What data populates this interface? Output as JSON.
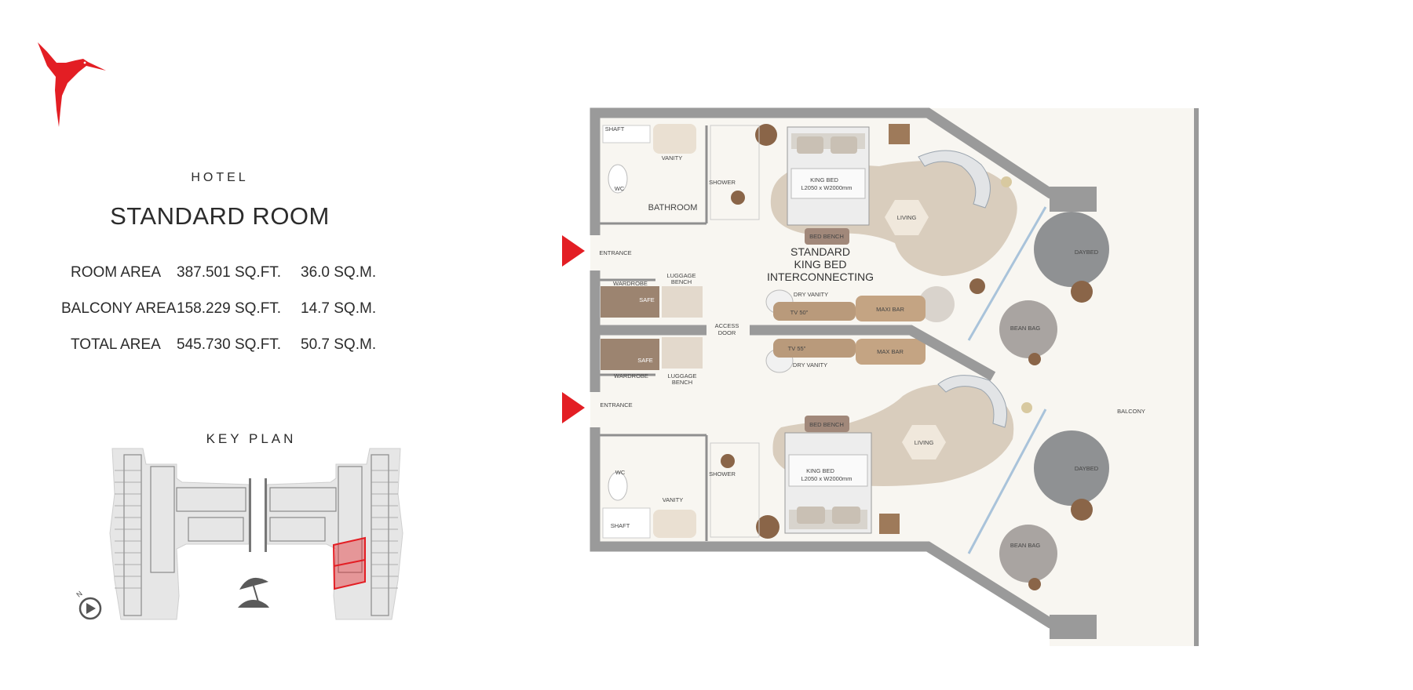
{
  "brand": {
    "logo_icon": "hummingbird-logo",
    "accent_color": "#e31e24"
  },
  "header": {
    "category": "HOTEL",
    "title": "STANDARD ROOM"
  },
  "areas": [
    {
      "label": "ROOM AREA",
      "sqft": "387.501 SQ.FT.",
      "sqm": "36.0 SQ.M."
    },
    {
      "label": "BALCONY AREA",
      "sqft": "158.229 SQ.FT.",
      "sqm": "14.7 SQ.M."
    },
    {
      "label": "TOTAL AREA",
      "sqft": "545.730 SQ.FT.",
      "sqm": "50.7 SQ.M."
    }
  ],
  "key_plan": {
    "title": "KEY PLAN",
    "north_label": "N",
    "highlight_color": "#e31e24"
  },
  "floor_plan": {
    "unit_title": [
      "STANDARD",
      "KING BED",
      "INTERCONNECTING"
    ],
    "upper": {
      "shaft": "SHAFT",
      "vanity": "VANITY",
      "wc": "WC",
      "shower": "SHOWER",
      "bathroom": "BATHROOM",
      "bed": "KING BED",
      "bed_size": "L2050 x W2000mm",
      "living": "LIVING",
      "bed_bench": "BED BENCH",
      "entrance": "ENTRANCE",
      "wardrobe": "WARDROBE",
      "safe": "SAFE",
      "luggage": [
        "LUGGAGE",
        "BENCH"
      ],
      "dry_vanity": "DRY VANITY",
      "tv": "TV 50\"",
      "bar": "MAXI BAR"
    },
    "access_door": [
      "ACCESS",
      "DOOR"
    ],
    "lower": {
      "tv": "TV 55\"",
      "bar": "MAX BAR",
      "dry_vanity": "DRY VANITY",
      "safe": "SAFE",
      "wardrobe": "WARDROBE",
      "luggage": [
        "LUGGAGE",
        "BENCH"
      ],
      "entrance": "ENTRANCE",
      "bed_bench": "BED BENCH",
      "living": "LIVING",
      "bed": "KING BED",
      "bed_size": "L2050 x W2000mm",
      "wc": "WC",
      "shower": "SHOWER",
      "vanity": "VANITY",
      "shaft": "SHAFT"
    },
    "balcony": {
      "label": "BALCONY",
      "daybed": "DAYBED",
      "bean_bag": "BEAN BAG"
    }
  }
}
